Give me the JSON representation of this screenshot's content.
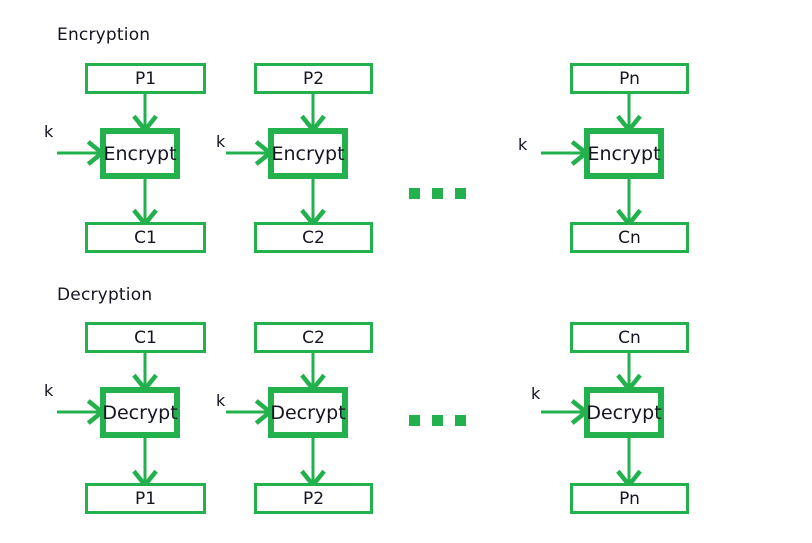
{
  "diagram": {
    "title_encryption": "Encryption",
    "title_decryption": "Decryption",
    "accent_color": "#22b14c",
    "text_color": "#141422",
    "background": "#ffffff"
  },
  "encryption": {
    "label": "Encryption",
    "key_labels": [
      "k",
      "k",
      "k"
    ],
    "columns": [
      {
        "input": "P1",
        "process": "Encrypt",
        "output": "C1"
      },
      {
        "input": "P2",
        "process": "Encrypt",
        "output": "C2"
      },
      {
        "input": "Pn",
        "process": "Encrypt",
        "output": "Cn"
      }
    ],
    "ellipsis": "■ ■ ■"
  },
  "decryption": {
    "label": "Decryption",
    "key_labels": [
      "k",
      "k",
      "k"
    ],
    "columns": [
      {
        "input": "C1",
        "process": "Decrypt",
        "output": "P1"
      },
      {
        "input": "C2",
        "process": "Decrypt",
        "output": "P2"
      },
      {
        "input": "Cn",
        "process": "Decrypt",
        "output": "Pn"
      }
    ],
    "ellipsis": "■ ■ ■"
  }
}
